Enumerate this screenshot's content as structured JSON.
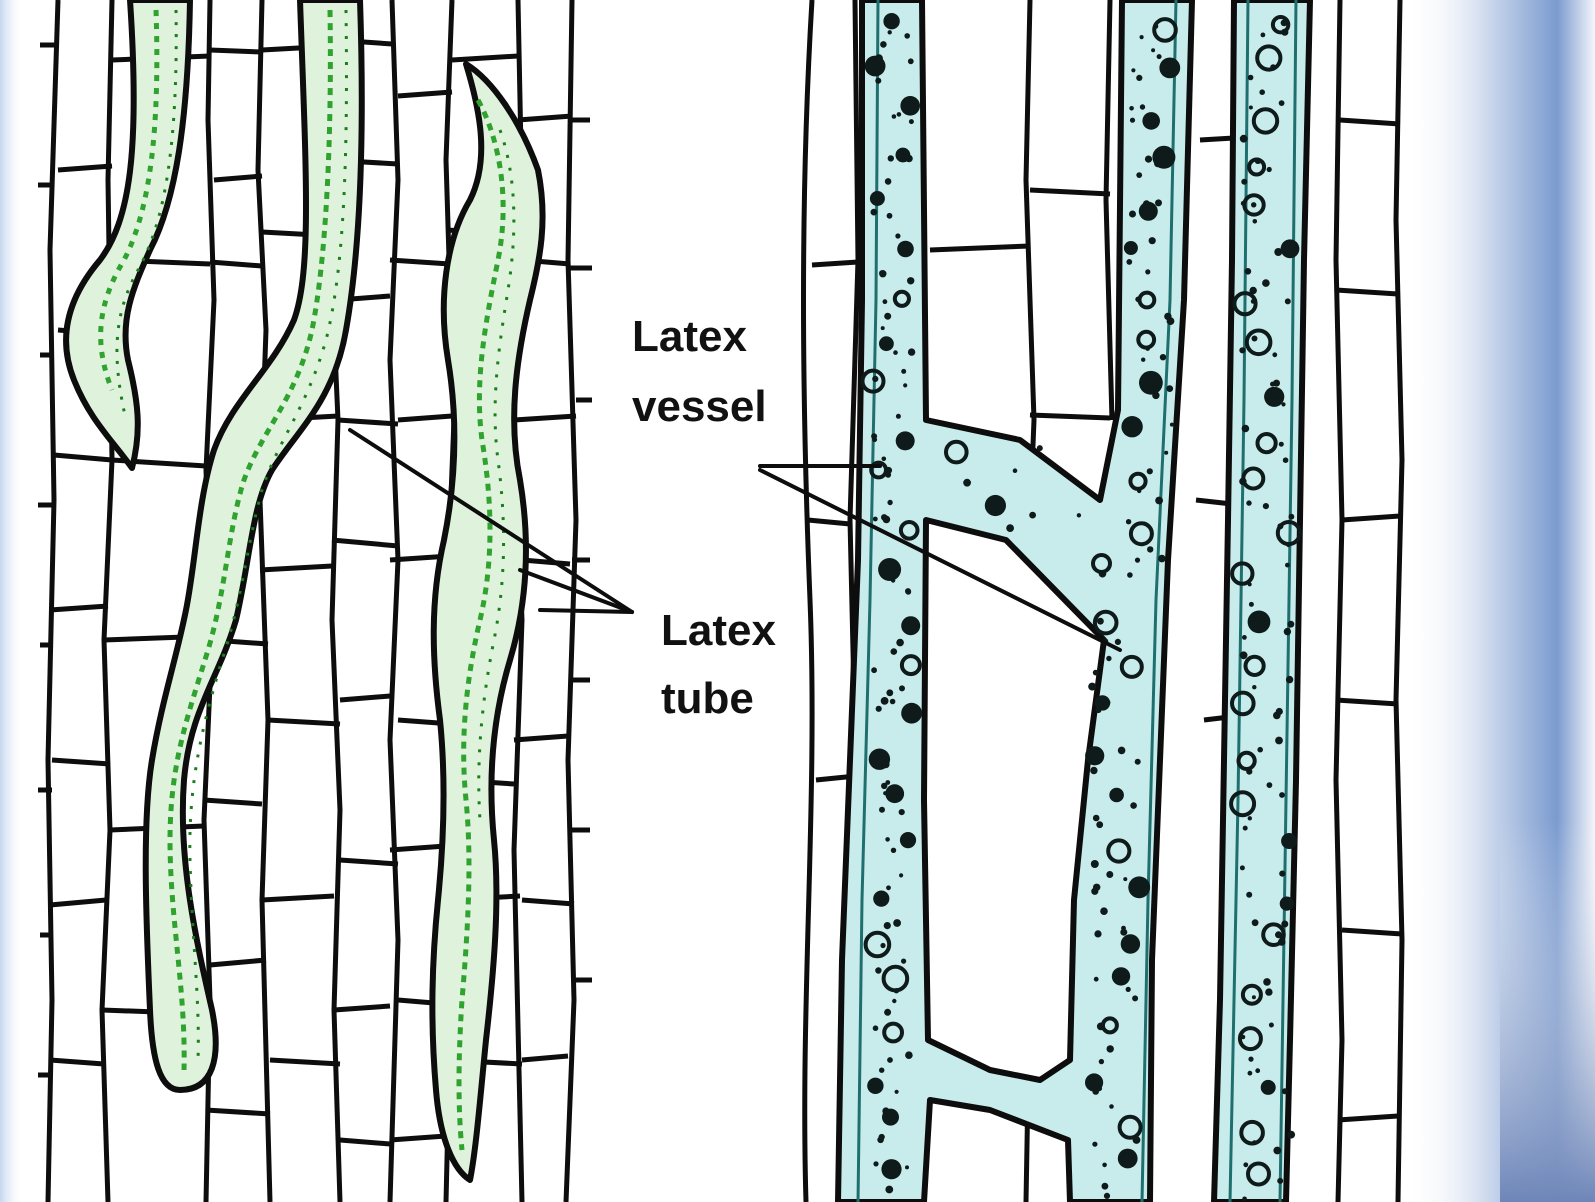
{
  "figure": {
    "labels": {
      "latex_vessel": [
        "Latex",
        "vessel"
      ],
      "latex_tube": [
        "Latex",
        "tube"
      ]
    },
    "panels": [
      {
        "name": "latex-tube-panel",
        "tube_color": "#2fa22f",
        "tube_fill": "#dff3dc"
      },
      {
        "name": "latex-vessel-panel",
        "tube_color": "#0f3f3f",
        "tube_fill": "#c8ecec"
      }
    ],
    "colors": {
      "line": "#0d0d0d",
      "background": "#ffffff",
      "edge_gradient_light": "#f2f5fb",
      "edge_gradient_dark": "#6d8fc7"
    }
  }
}
